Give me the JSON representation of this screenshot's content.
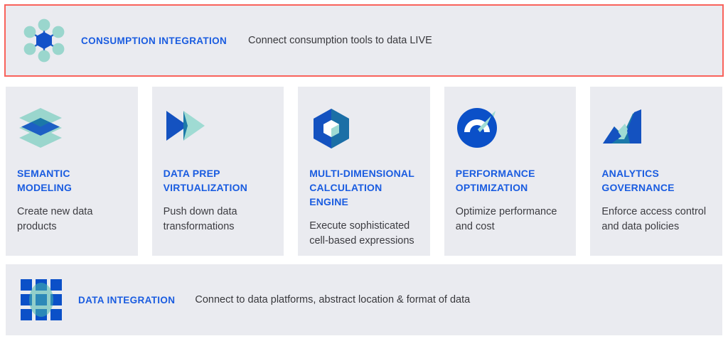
{
  "top_banner": {
    "icon": "hub-network-nodes-icon",
    "title": "CONSUMPTION INTEGRATION",
    "description": "Connect consumption tools to data LIVE",
    "highlight_border_color": "#f9625b"
  },
  "cards": [
    {
      "icon": "stacked-layers-icon",
      "title": "SEMANTIC\nMODELING",
      "title_line1": "SEMANTIC",
      "title_line2": "MODELING",
      "description_line1": "Create new data",
      "description_line2": "products"
    },
    {
      "icon": "fast-forward-triangles-icon",
      "title_line1": "DATA PREP",
      "title_line2": "VIRTUALIZATION",
      "description_line1": "Push down data",
      "description_line2": "transformations"
    },
    {
      "icon": "hexagon-cube-icon",
      "title_line1": "MULTI-DIMENSIONAL",
      "title_line2": "CALCULATION ENGINE",
      "description_line1": "Execute sophisticated",
      "description_line2": "cell-based expressions"
    },
    {
      "icon": "gauge-speedometer-icon",
      "title_line1": "PERFORMANCE",
      "title_line2": "OPTIMIZATION",
      "description_line1": "Optimize performance",
      "description_line2": "and cost"
    },
    {
      "icon": "area-chart-mountain-icon",
      "title_line1": "ANALYTICS",
      "title_line2": "GOVERNANCE",
      "description_line1": "Enforce access control",
      "description_line2": "and data policies"
    }
  ],
  "bottom_banner": {
    "icon": "grid-squares-icon",
    "title": "DATA INTEGRATION",
    "description": "Connect to data platforms, abstract location & format of data"
  },
  "colors": {
    "panel_background": "#eaebf0",
    "page_background": "#ffffff",
    "heading_blue": "#1a5ce0",
    "body_text": "#3c3c41",
    "brand_blue": "#0b50c8",
    "brand_dark_blue": "#1540a8",
    "brand_teal": "#9ad6cd",
    "brand_mid_teal": "#1d79aa",
    "highlight_red": "#f9625b"
  }
}
